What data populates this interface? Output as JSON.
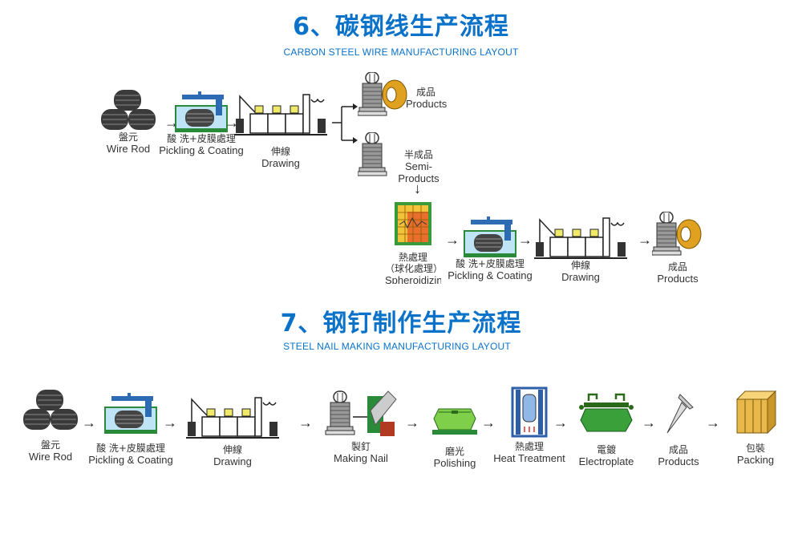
{
  "section6": {
    "title": "6、碳钢线生产流程",
    "subtitle": "CARBON STEEL WIRE  MANUFACTURING LAYOUT",
    "steps": [
      {
        "zh": "盤元",
        "en": "Wire Rod",
        "icon": "wire-rod-coils"
      },
      {
        "zh": "酸 洗+皮膜處理",
        "en": "Pickling & Coating",
        "icon": "pickling-tank"
      },
      {
        "zh": "伸線",
        "en": "Drawing",
        "icon": "drawing-machine"
      },
      {
        "zh": "成品",
        "en": "Products",
        "icon": "spool-with-coil"
      },
      {
        "zh": "半成品",
        "en": "Semi-Products",
        "icon": "spool"
      },
      {
        "zh": "熱處理",
        "zh2": "（球化處理）",
        "en": "Spheroidizing",
        "icon": "heat-grid"
      },
      {
        "zh": "酸 洗+皮膜處理",
        "en": "Pickling & Coating",
        "icon": "pickling-tank"
      },
      {
        "zh": "伸線",
        "en": "Drawing",
        "icon": "drawing-machine"
      },
      {
        "zh": "成品",
        "en": "Products",
        "icon": "spool-with-coil"
      }
    ]
  },
  "section7": {
    "title": "7、钢钉制作生产流程",
    "subtitle": "STEEL NAIL MAKING MANUFACTURING LAYOUT",
    "steps": [
      {
        "zh": "盤元",
        "en": "Wire Rod",
        "icon": "wire-rod-coils"
      },
      {
        "zh": "酸 洗+皮膜處理",
        "en": "Pickling & Coating",
        "icon": "pickling-tank"
      },
      {
        "zh": "伸線",
        "en": "Drawing",
        "icon": "drawing-machine"
      },
      {
        "zh": "製釘",
        "en": "Making Nail",
        "icon": "nail-machine"
      },
      {
        "zh": "磨光",
        "en": "Polishing",
        "icon": "polishing-drum"
      },
      {
        "zh": "熱處理",
        "en": "Heat Treatment",
        "icon": "furnace"
      },
      {
        "zh": "電鍍",
        "en": "Electroplate",
        "icon": "electroplate-barrel"
      },
      {
        "zh": "成品",
        "en": "Products",
        "icon": "nail"
      },
      {
        "zh": "包裝",
        "en": "Packing",
        "icon": "package-box"
      }
    ]
  },
  "arrow_glyph": "→",
  "down_arrow_glyph": "↓",
  "colors": {
    "title": "#0a72c9"
  }
}
